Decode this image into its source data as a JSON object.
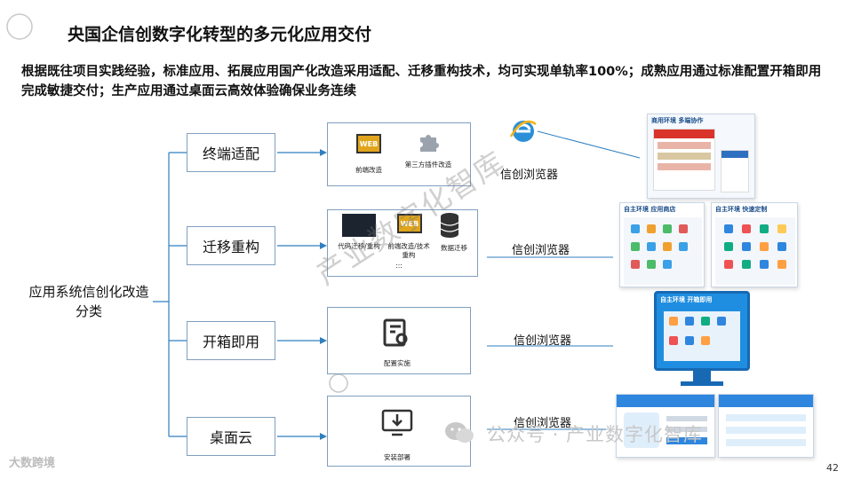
{
  "title": "央国企信创数字化转型的多元化应用交付",
  "subtitle": "根据既往项目实践经验，标准应用、拓展应用国产化改造采用适配、迁移重构技术，均可实现单轨率100%；成熟应用通过标准配置开箱即用完成敏捷交付；生产应用通过桌面云高效体验确保业务连续",
  "root_label": "应用系统信创化改造分类",
  "categories": [
    {
      "label": "终端适配"
    },
    {
      "label": "迁移重构"
    },
    {
      "label": "开箱即用"
    },
    {
      "label": "桌面云"
    }
  ],
  "panels": {
    "terminal": {
      "items": [
        "前端改造",
        "第三方插件改造"
      ],
      "web_text": "WEB"
    },
    "migration": {
      "items": [
        "代码迁移/重构",
        "前端改造/技术重构",
        "数据迁移"
      ],
      "web_text": "WEB",
      "dots": ":::"
    },
    "outofbox": {
      "items": [
        "配置实施"
      ]
    },
    "cloud": {
      "items": [
        "安装部署"
      ]
    }
  },
  "browser_label": "信创浏览器",
  "screens": {
    "s1": "商用环境 多端协作",
    "s2a": "自主环境 应用商店",
    "s2b": "自主环境 快速定制",
    "s3": "自主环境 开箱即用"
  },
  "watermark": "公众号 · 产业数字化智库",
  "diag_watermark": "产业数字化智库",
  "logo_text": "大数跨境",
  "page_number": "42",
  "colors": {
    "line": "#2f7fbf",
    "box_border": "#7f9fbf"
  }
}
